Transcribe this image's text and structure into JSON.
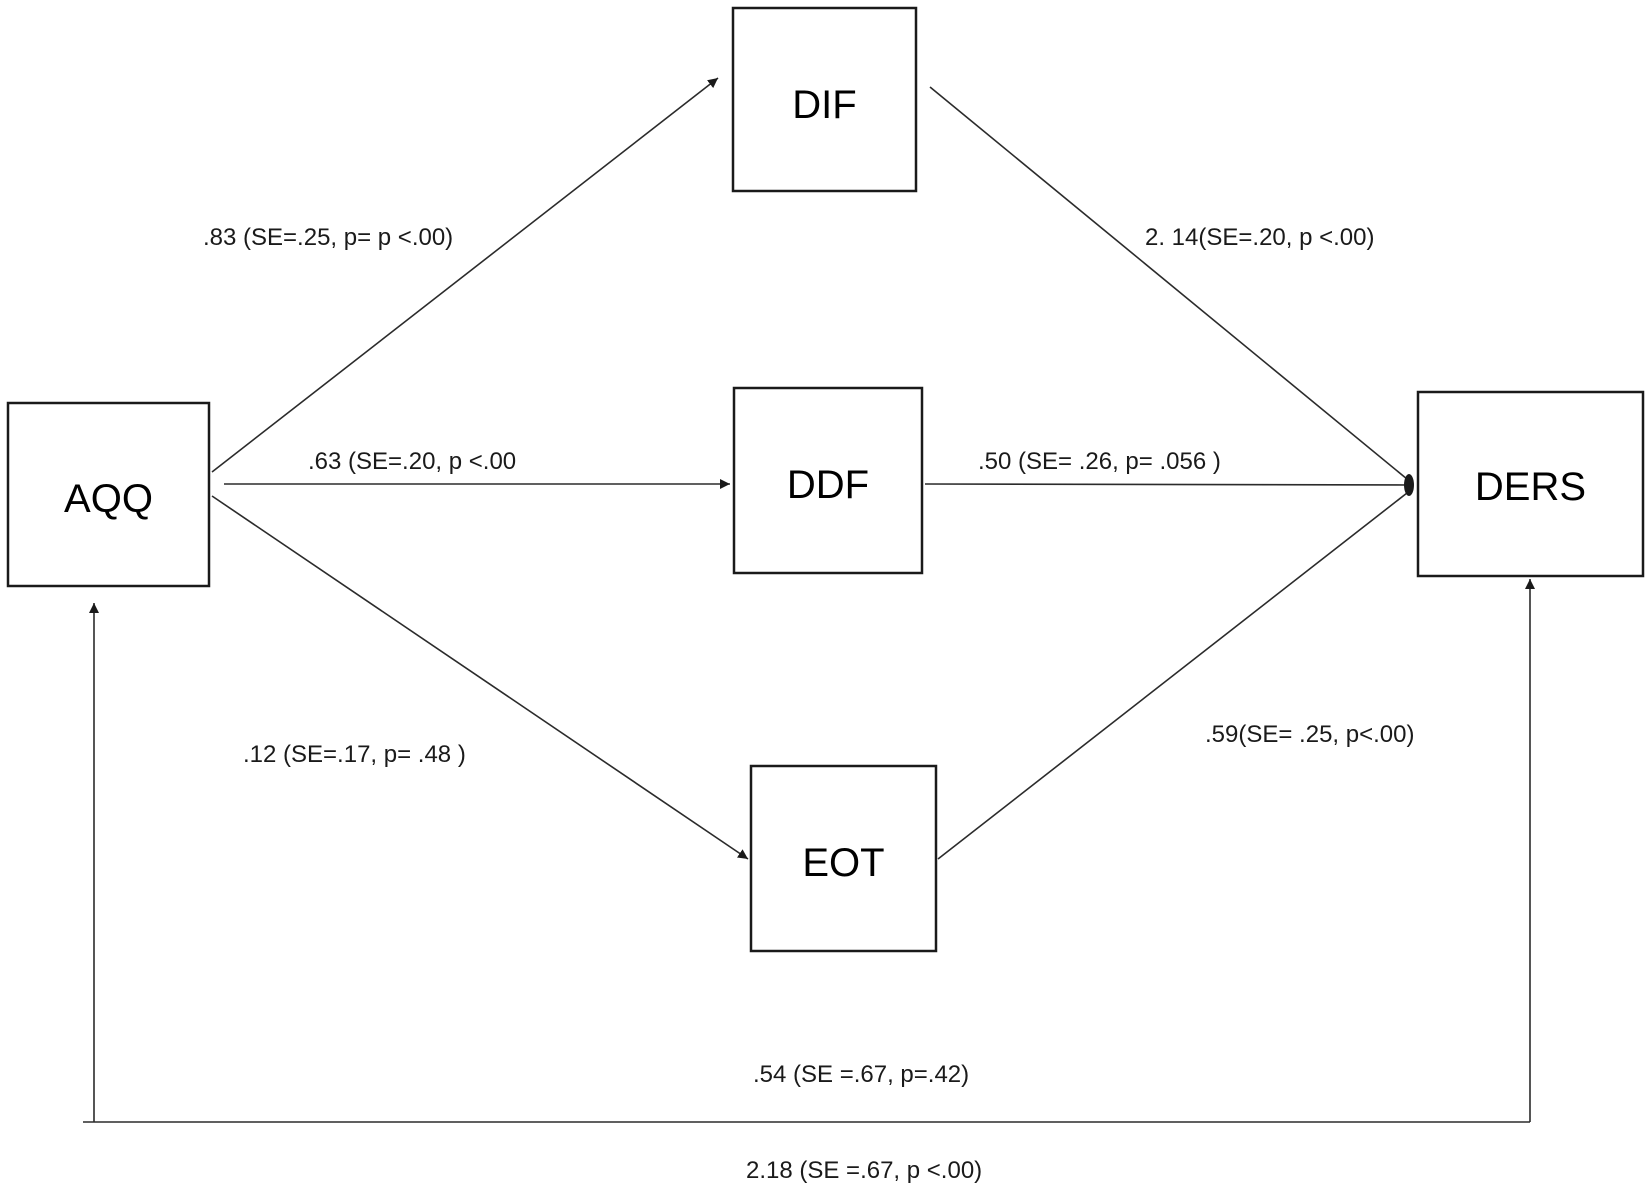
{
  "nodes": {
    "aqq": "AQQ",
    "dif": "DIF",
    "ddf": "DDF",
    "eot": "EOT",
    "ders": "DERS"
  },
  "paths": {
    "aqq_dif": ".83 (SE=.25, p= p <.00)",
    "aqq_ddf": ".63 (SE=.20, p <.00",
    "aqq_eot": ".12 (SE=.17, p= .48 )",
    "dif_ders": "2. 14(SE=.20, p <.00)",
    "ddf_ders": ".50 (SE= .26, p= .056 )",
    "eot_ders": ".59(SE= .25, p<.00)",
    "direct": ".54 (SE =.67, p=.42)",
    "total": "2.18 (SE =.67, p <.00)"
  }
}
